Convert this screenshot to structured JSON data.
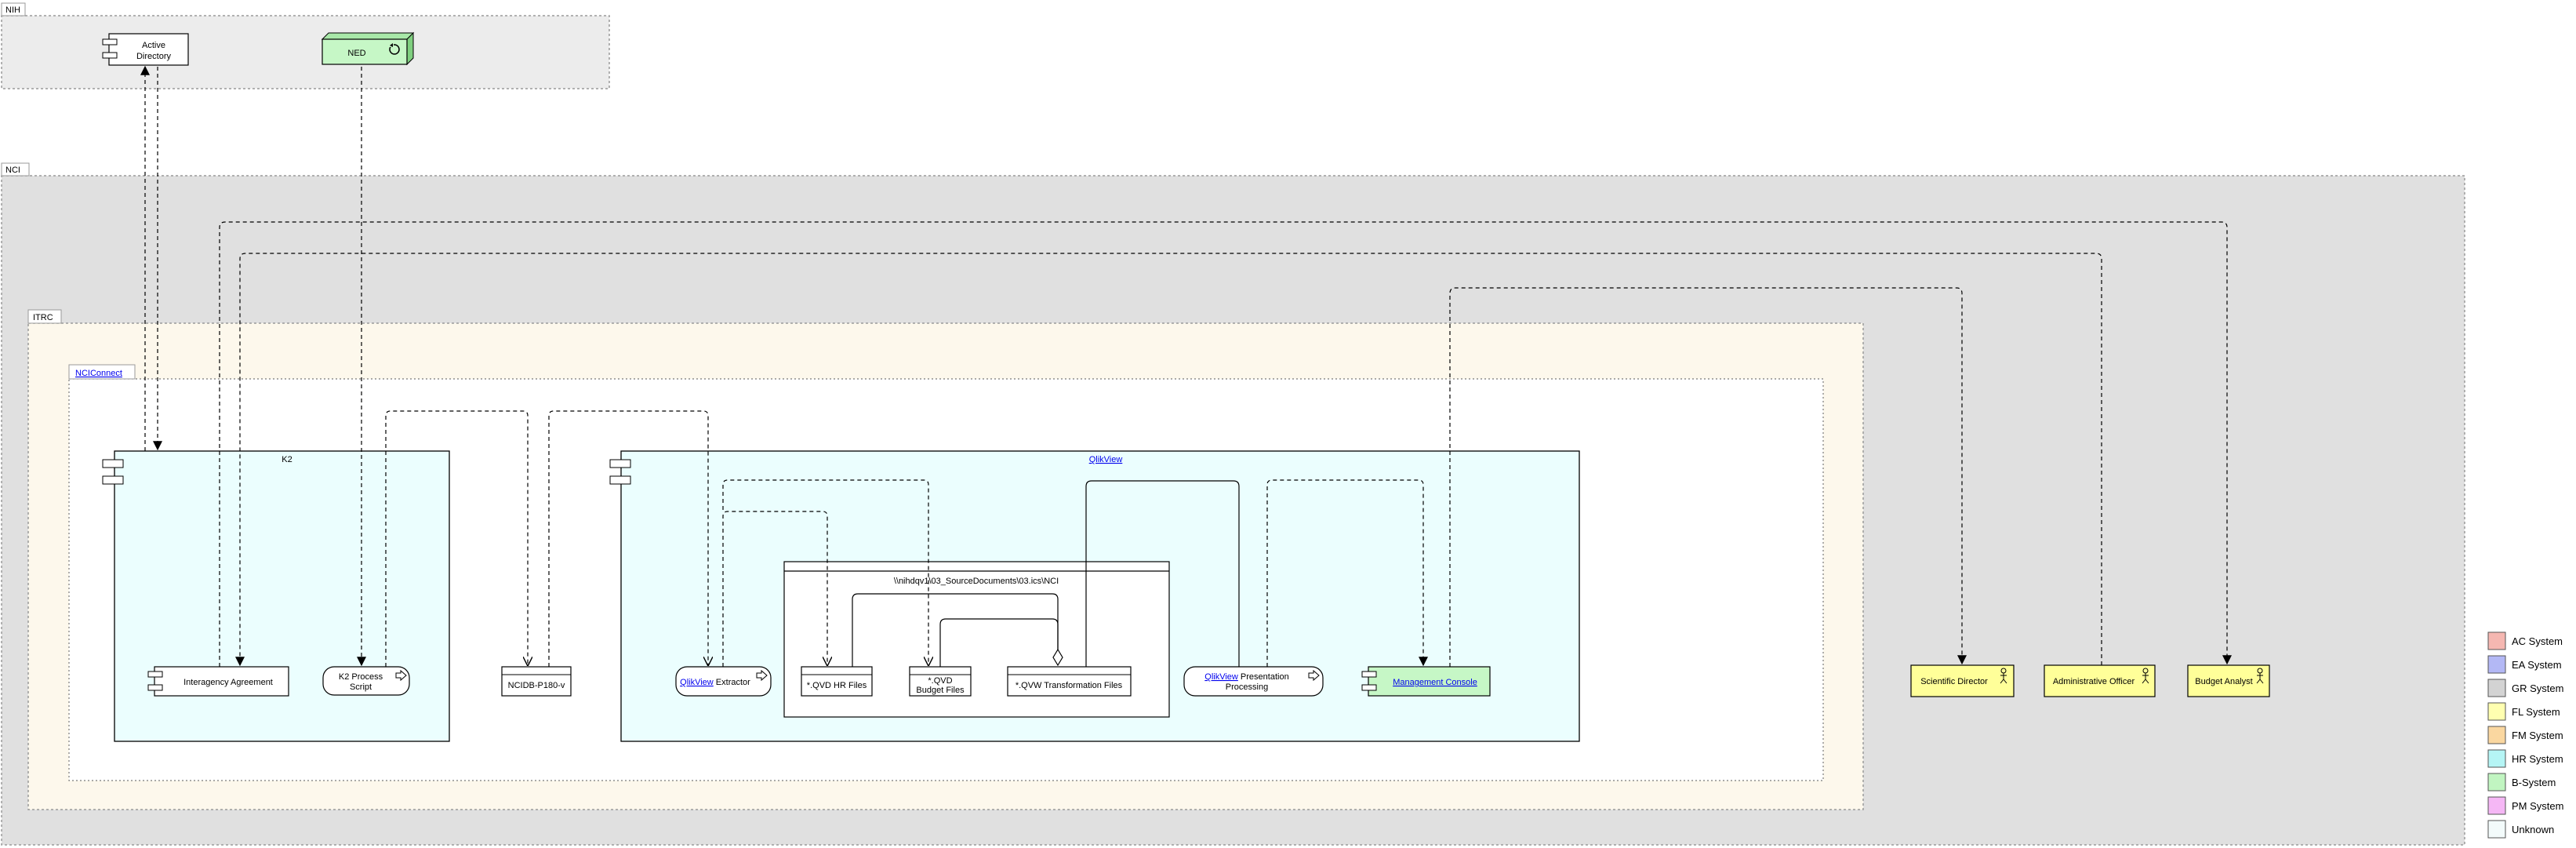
{
  "groups": {
    "nih": "NIH",
    "nci": "NCI",
    "itrc": "ITRC",
    "nciconnect": "NCIConnect"
  },
  "components": {
    "active_directory": [
      "Active",
      "Directory"
    ],
    "ned": "NED",
    "k2": "K2",
    "qlikview": "QlikView",
    "interagency_agreement": "Interagency Agreement",
    "k2_process_script": [
      "K2 Process",
      "Script"
    ],
    "ncidb": "NCIDB-P180-v",
    "qlikview_extractor": {
      "link": "QlikView",
      "text": " Extractor"
    },
    "source_folder": "\\\\nihdqv1\\03_SourceDocuments\\03.ics\\NCI",
    "qvd_hr_files": "*.QVD HR Files",
    "qvd_budget_files": [
      "*.QVD",
      "Budget Files"
    ],
    "qvw_transformation_files": "*.QVW Transformation Files",
    "qlikview_presentation": {
      "link": "QlikView",
      "text": " Presentation",
      "line2": "Processing"
    },
    "management_console": "Management Console"
  },
  "actors": {
    "scientific_director": "Scientific Director",
    "administrative_officer": "Administrative Officer",
    "budget_analyst": "Budget Analyst"
  },
  "legend": [
    {
      "label": "AC System",
      "color": "#f5b7b1"
    },
    {
      "label": "EA System",
      "color": "#b3b8f5"
    },
    {
      "label": "GR System",
      "color": "#d3d3d3"
    },
    {
      "label": "FL System",
      "color": "#ffffb0"
    },
    {
      "label": "FM System",
      "color": "#fad7a0"
    },
    {
      "label": "HR System",
      "color": "#b5f5f5"
    },
    {
      "label": "B-System",
      "color": "#c1f5c1"
    },
    {
      "label": "PM System",
      "color": "#f5b7f5"
    },
    {
      "label": "Unknown",
      "color": "#f3fbfb"
    }
  ],
  "colors": {
    "nih_fill": "#ececec",
    "nci_fill": "#e0e0e0",
    "itrc_fill": "#fdf8ec",
    "system_fill": "#ebfefe",
    "green_fill": "#c6f7c6",
    "actor_fill": "#ffff99",
    "link": "#0000ee"
  }
}
